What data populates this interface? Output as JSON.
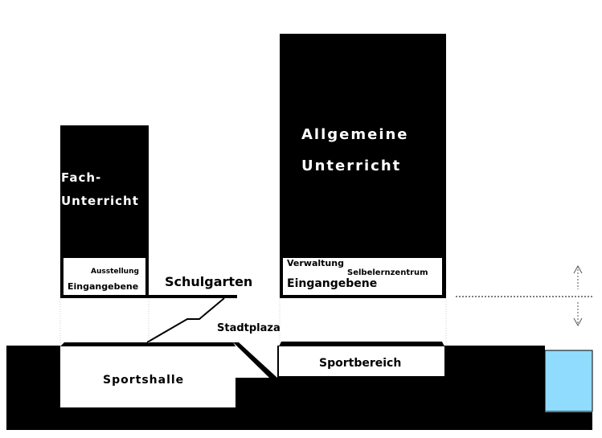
{
  "colors": {
    "building": "#000000",
    "background": "#ffffff",
    "pool": "#8fdcff",
    "guide_line": "#cccccc"
  },
  "buildings": {
    "fach_line1": "Fach-",
    "fach_line2": "Unterricht",
    "allgemeine_line1": "Allgemeine",
    "allgemeine_line2": "Unterricht"
  },
  "entrances": {
    "left_ausstellung": "Ausstellung",
    "left_eingangebene": "Eingangebene",
    "right_verwaltung": "Verwaltung",
    "right_selbelernzentrum": "Selbelernzentrum",
    "right_eingangebene": "Eingangebene"
  },
  "areas": {
    "schulgarten": "Schulgarten",
    "stadtplaza": "Stadtplaza",
    "sportshalle": "Sportshalle",
    "sportbereich": "Sportbereich"
  },
  "icons": {
    "height_indicator": "double-arrow-vertical-icon"
  }
}
